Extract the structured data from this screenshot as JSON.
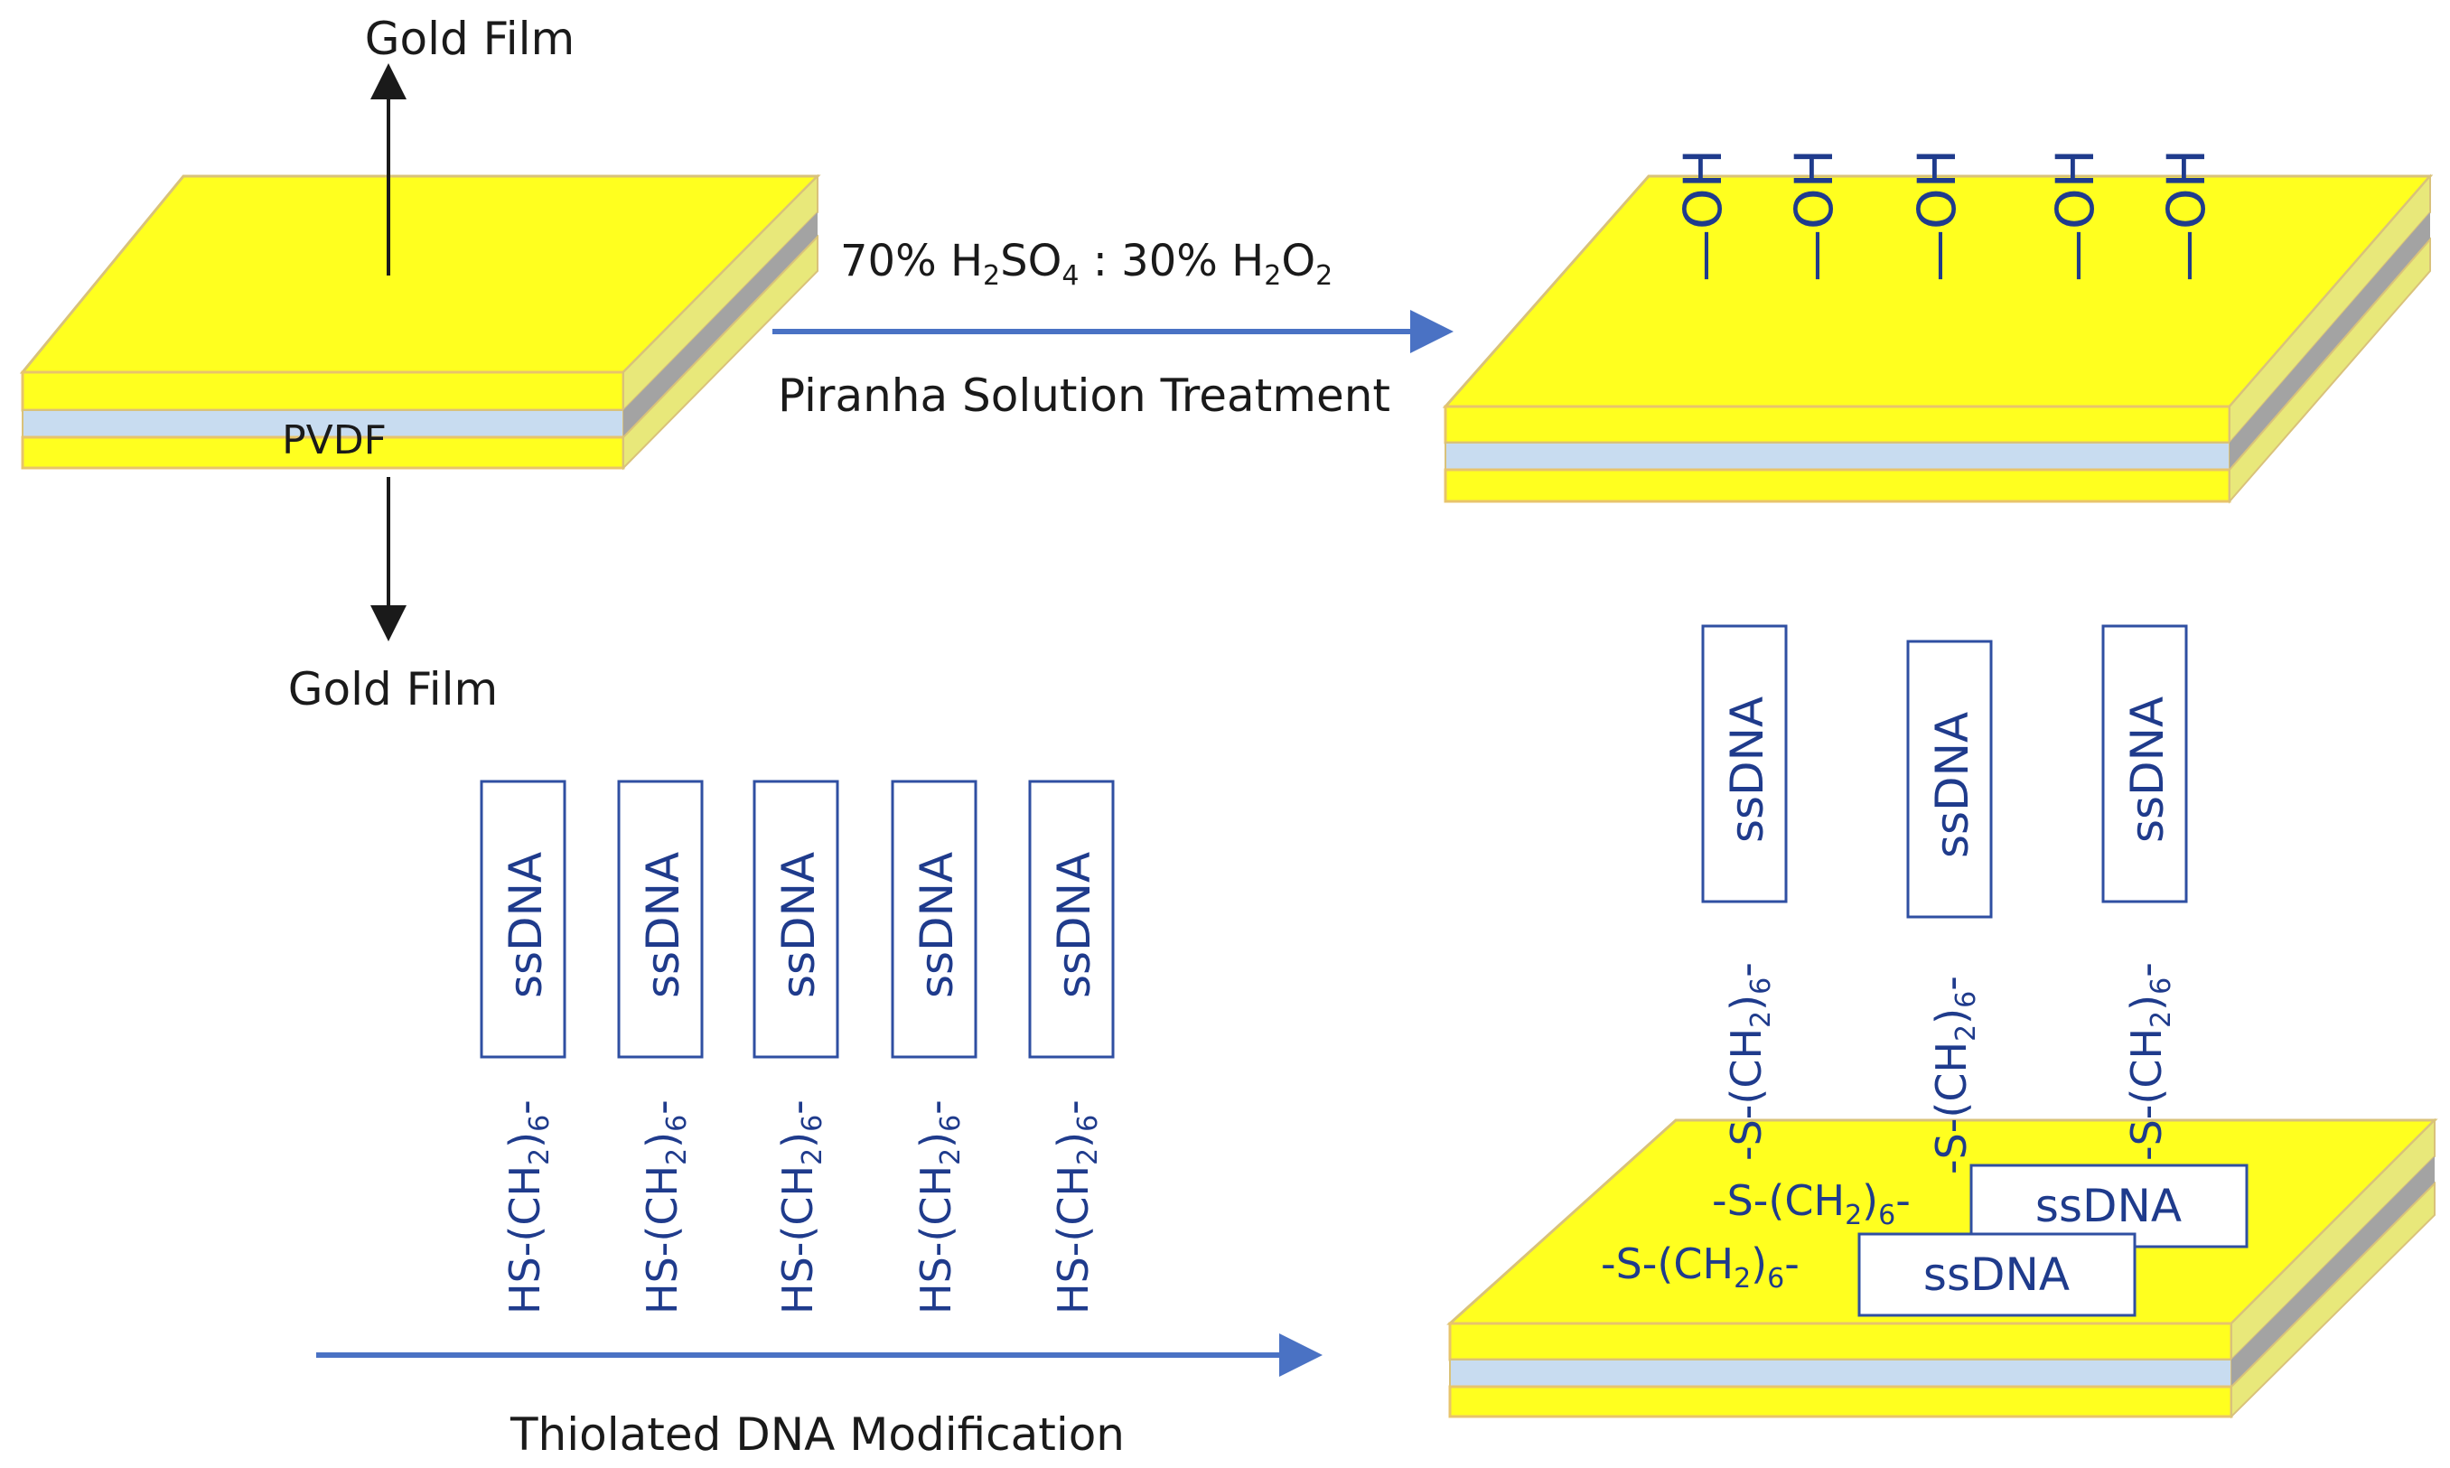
{
  "labels": {
    "gold_film_top": "Gold Film",
    "gold_film_bottom": "Gold Film",
    "pvdf": "PVDF",
    "piranha_ratio": {
      "pre": "70% H",
      "sub1": "2",
      "mid1": "SO",
      "sub2": "4",
      "mid2": " : 30% H",
      "sub3": "2",
      "mid3": "O",
      "sub4": "2"
    },
    "piranha_treatment": "Piranha Solution Treatment",
    "thiolated_modification": "Thiolated DNA Modification"
  },
  "hydroxyl_groups": [
    "—OH",
    "—OH",
    "—OH",
    "—OH",
    "—OH"
  ],
  "thiol_probes": [
    {
      "box": "ssDNA",
      "linker_pre": "HS-(CH",
      "linker_sub": "2",
      "linker_post": ")",
      "linker_sub2": "6",
      "linker_end": "-"
    },
    {
      "box": "ssDNA",
      "linker_pre": "HS-(CH",
      "linker_sub": "2",
      "linker_post": ")",
      "linker_sub2": "6",
      "linker_end": "-"
    },
    {
      "box": "ssDNA",
      "linker_pre": "HS-(CH",
      "linker_sub": "2",
      "linker_post": ")",
      "linker_sub2": "6",
      "linker_end": "-"
    },
    {
      "box": "ssDNA",
      "linker_pre": "HS-(CH",
      "linker_sub": "2",
      "linker_post": ")",
      "linker_sub2": "6",
      "linker_end": "-"
    },
    {
      "box": "ssDNA",
      "linker_pre": "HS-(CH",
      "linker_sub": "2",
      "linker_post": ")",
      "linker_sub2": "6",
      "linker_end": "-"
    }
  ],
  "immobilized_probes": [
    {
      "box": "ssDNA",
      "linker_pre": "-S-(CH",
      "linker_sub": "2",
      "linker_post": ")",
      "linker_sub2": "6",
      "linker_end": "-"
    },
    {
      "box": "ssDNA",
      "linker_pre": "-S-(CH",
      "linker_sub": "2",
      "linker_post": ")",
      "linker_sub2": "6",
      "linker_end": "-"
    },
    {
      "box": "ssDNA",
      "linker_pre": "-S-(CH",
      "linker_sub": "2",
      "linker_post": ")",
      "linker_sub2": "6",
      "linker_end": "-"
    }
  ],
  "lying_probes": [
    {
      "box": "ssDNA",
      "linker_pre": "-S-(CH",
      "linker_sub": "2",
      "linker_post": ")",
      "linker_sub2": "6",
      "linker_end": "-"
    },
    {
      "box": "ssDNA",
      "linker_pre": "-S-(CH",
      "linker_sub": "2",
      "linker_post": ")",
      "linker_sub2": "6",
      "linker_end": "-"
    }
  ],
  "colors": {
    "gold": "#ffff1f",
    "gold_edge": "#d9c27a",
    "pvdf": "#c8dcf0",
    "side_gray": "#a3a3a3",
    "arrow_blue": "#4a72c4",
    "text_blue": "#1f3b8c"
  }
}
